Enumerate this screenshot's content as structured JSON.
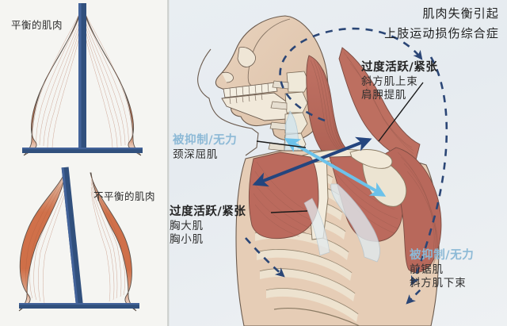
{
  "left_panel": {
    "balanced_caption": "平衡的肌肉",
    "unbalanced_caption": "不平衡的肌肉",
    "muscle_color": "#d2724a",
    "post_color": "#31507d"
  },
  "right_panel": {
    "title": {
      "line1": "肌肉失衡引起",
      "line2": "上肢运动损伤综合症"
    },
    "labels": {
      "upper_trap": {
        "state": "过度活跃/紧张",
        "muscle1": "斜方肌上束",
        "muscle2": "肩胛提肌",
        "state_color": "#232323"
      },
      "deep_neck_flexor": {
        "state": "被抑制/无力",
        "muscle1": "颈深屈肌",
        "state_color": "#8cb9d6"
      },
      "pectoral": {
        "state": "过度活跃/紧张",
        "muscle1": "胸大肌",
        "muscle2": "胸小肌",
        "state_color": "#232323"
      },
      "serratus": {
        "state": "被抑制/无力",
        "muscle1": "前锯肌",
        "muscle2": "斜方肌下束",
        "state_color": "#8cb9d6"
      }
    },
    "arrows": {
      "dark_blue": "#24457e",
      "light_blue": "#6cc2ea",
      "dashed_color": "#2b4676",
      "leader_color": "#1a1a1a"
    },
    "anatomy": {
      "muscle_fill": "#b9665a",
      "bone_fill": "#e8e2d2",
      "skin_fill": "#e3c7b0",
      "outline": "#6b5b4e"
    }
  }
}
